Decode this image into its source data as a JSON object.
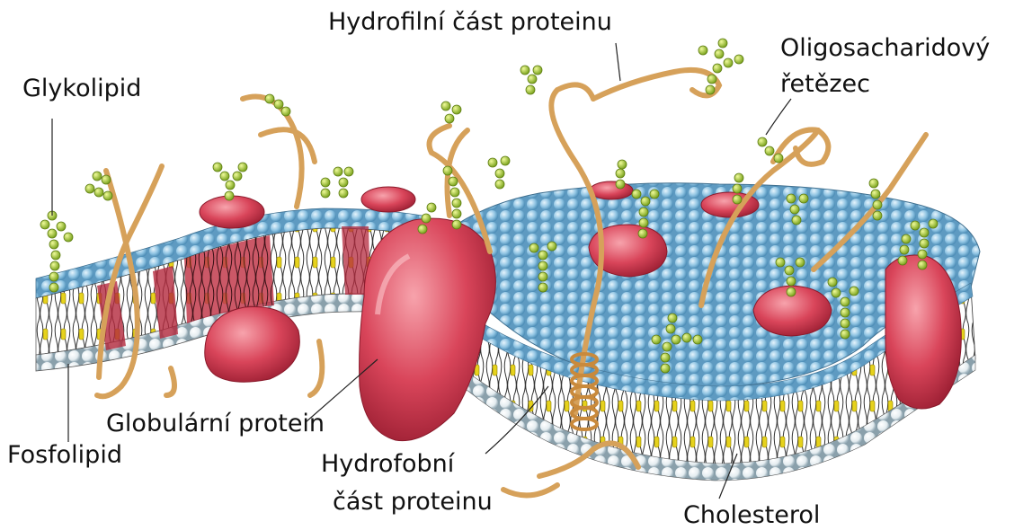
{
  "labels": {
    "hydrophilic": "Hydrofilní část proteinu",
    "oligo_line1": "Oligosacharidový",
    "oligo_line2": "řetězec",
    "glycolipid": "Glykolipid",
    "globular": "Globulární protein",
    "phospholipid": "Fosfolipid",
    "hydrophobic_line1": "Hydrofobní",
    "hydrophobic_line2": "část proteinu",
    "cholesterol": "Cholesterol"
  },
  "colors": {
    "head_blue": "#8ec3e2",
    "head_white": "#f2f6f8",
    "tail": "#333333",
    "cholesterol": "#e6d21c",
    "protein": "#d9455a",
    "protein_shadow": "#a32336",
    "sugar": "#a6c93a",
    "chain": "#d6a15a"
  }
}
